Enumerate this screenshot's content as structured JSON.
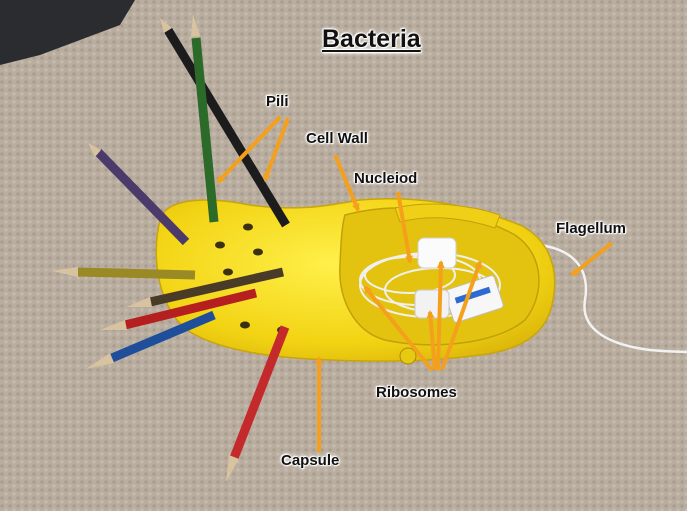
{
  "title": "Bacteria",
  "labels": {
    "pili": "Pili",
    "cell_wall": "Cell Wall",
    "nucleiod": "Nucleiod",
    "flagellum": "Flagellum",
    "ribosomes": "Ribosomes",
    "capsule": "Capsule"
  },
  "colors": {
    "arrow": "#f5a01c",
    "shoe": "#f4d81a",
    "carpet": "#b7ab9d"
  }
}
